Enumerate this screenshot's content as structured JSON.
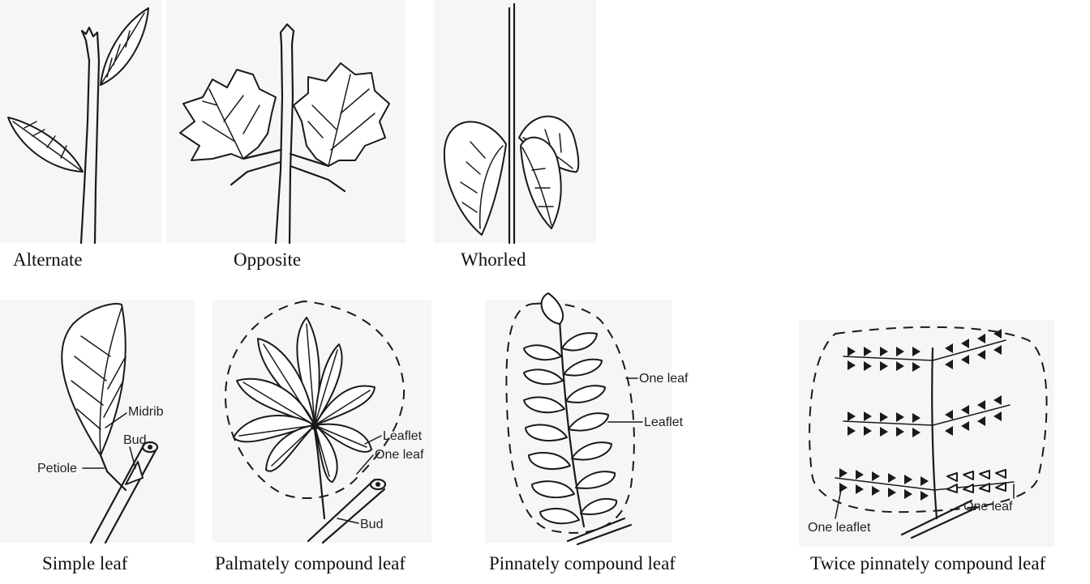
{
  "arrangement": {
    "alternate": "Alternate",
    "opposite": "Opposite",
    "whorled": "Whorled"
  },
  "types": {
    "simple": "Simple leaf",
    "palmate": "Palmately compound leaf",
    "pinnate": "Pinnately compound leaf",
    "twice_pinnate": "Twice pinnately compound leaf"
  },
  "labels": {
    "midrib": "Midrib",
    "bud": "Bud",
    "petiole": "Petiole",
    "leaflet": "Leaflet",
    "one_leaf": "One leaf",
    "one_leaflet": "One leaflet"
  }
}
